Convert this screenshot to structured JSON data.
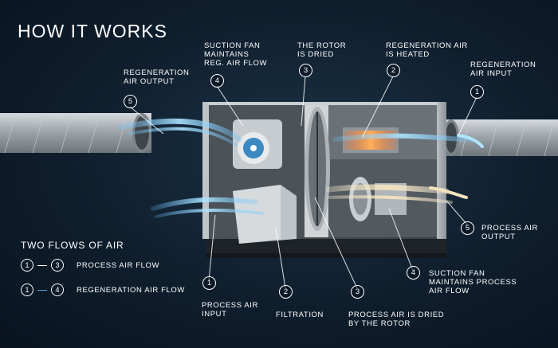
{
  "title": {
    "bold": "HOW",
    "rest": "IT WORKS"
  },
  "labels": {
    "regen_output": "REGENERATION\nAIR OUTPUT",
    "suction_fan_regen": "SUCTION FAN\nMAINTAINS\nREG. AIR FLOW",
    "rotor_dried": "THE ROTOR\nIS DRIED",
    "regen_heated": "REGENERATION AIR\nIS HEATED",
    "regen_input": "REGENERATION\nAIR INPUT",
    "process_output": "PROCESS AIR\nOUTPUT",
    "suction_fan_process": "SUCTION FAN\nMAINTAINS PROCESS\nAIR FLOW",
    "process_input": "PROCESS AIR\nINPUT",
    "filtration": "FILTRATION",
    "process_dried": "PROCESS AIR IS DRIED\nBY THE ROTOR"
  },
  "numbers": {
    "regen_output": "5",
    "suction_fan_regen": "4",
    "rotor_dried": "3",
    "regen_heated": "2",
    "regen_input": "1",
    "process_output": "5",
    "suction_fan_process": "4",
    "process_input": "1",
    "filtration": "2",
    "process_dried": "3"
  },
  "legend": {
    "title": "TWO FLOWS OF AIR",
    "rows": [
      {
        "from": "1",
        "to": "3",
        "text": "PROCESS AIR FLOW",
        "color": "#ffffff"
      },
      {
        "from": "1",
        "to": "4",
        "text": "REGENERATION AIR FLOW",
        "color": "#4aa8e0"
      }
    ]
  },
  "colors": {
    "regen_flow": "#9fdcff",
    "process_flow": "#f3e6c4",
    "heater": "#f08a3a"
  }
}
